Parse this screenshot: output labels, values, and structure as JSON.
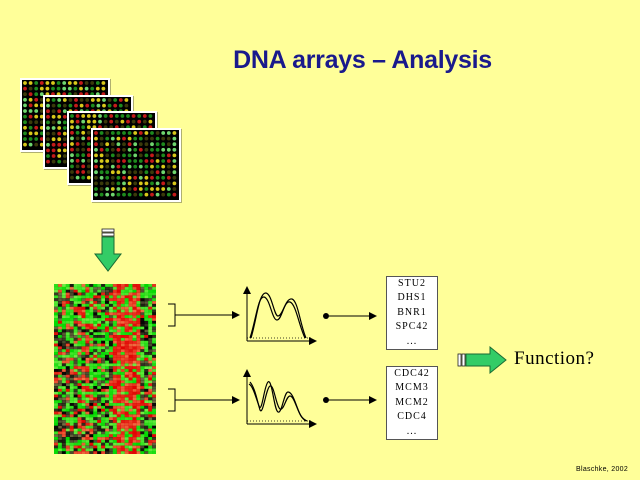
{
  "slide": {
    "title": "DNA arrays – Analysis",
    "background": "#FFFF99",
    "title_color": "#1a1a8c"
  },
  "microarrays": {
    "count": 4,
    "spot_colors": [
      "#1d8a1d",
      "#c41a1a",
      "#d8c81a",
      "#3a3a0a",
      "#6fd66f"
    ]
  },
  "heatmap": {
    "colors": [
      "#00d800",
      "#e00000",
      "#000000"
    ]
  },
  "clusters": [
    {
      "genes": [
        "STU2",
        "DHS1",
        "BNR1",
        "SPC42",
        "..."
      ]
    },
    {
      "genes": [
        "CDC42",
        "MCM3",
        "MCM2",
        "CDC4",
        "..."
      ]
    }
  ],
  "function_label": "Function?",
  "credit": "Blaschke, 2002",
  "arrow_color": "#33cc66"
}
